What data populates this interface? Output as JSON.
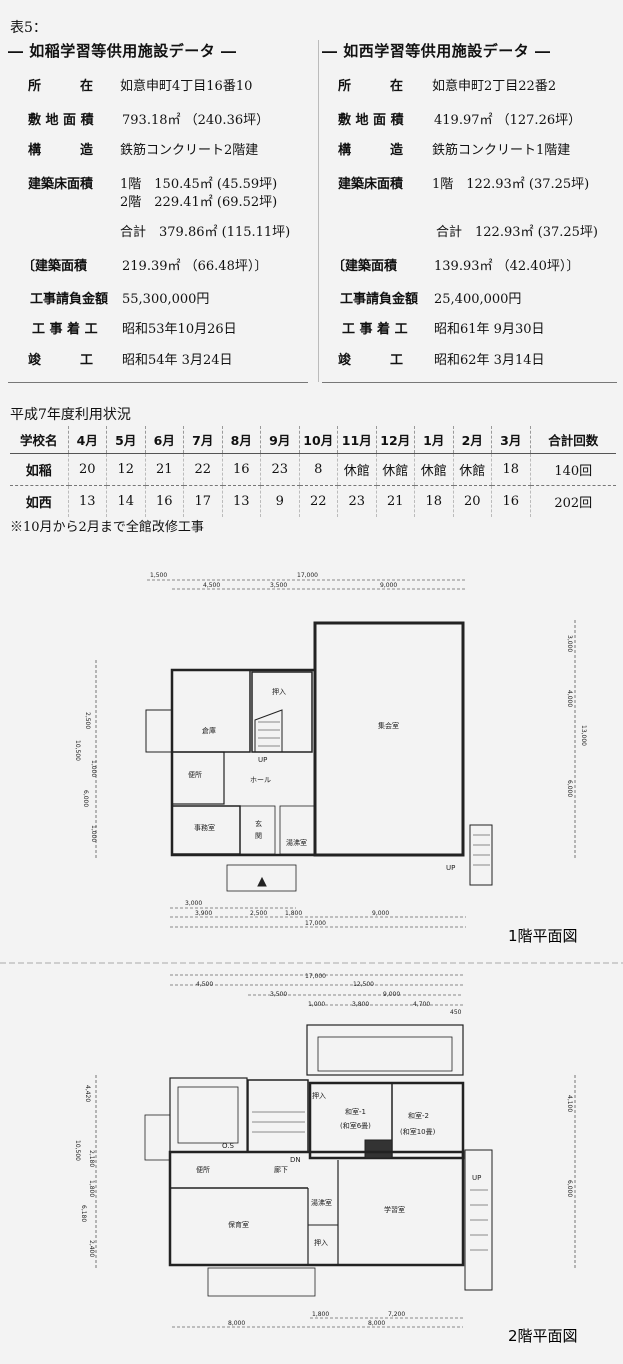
{
  "table_label": "表5：",
  "facilities": [
    {
      "header": "― 如稲学習等供用施設データ ―",
      "rows": [
        {
          "label": "所　　　在",
          "value": "如意申町4丁目16番10"
        },
        {
          "label": "敷 地 面 積",
          "value": "793.18㎡ （240.36坪）"
        },
        {
          "label": "構　　　造",
          "value": "鉄筋コンクリート2階建"
        },
        {
          "label": "建築床面積",
          "value": "1階　150.45㎡ (45.59坪)",
          "value2": "2階　229.41㎡ (69.52坪)"
        },
        {
          "label": "",
          "value": "合計　379.86㎡ (115.11坪)"
        },
        {
          "label": "〔建築面積",
          "value": "219.39㎡ （66.48坪）〕"
        },
        {
          "label": "工事請負金額",
          "value": "55,300,000円"
        },
        {
          "label": "工 事 着 工",
          "value": "昭和53年10月26日"
        },
        {
          "label": "竣　　　工",
          "value": "昭和54年 3月24日"
        }
      ]
    },
    {
      "header": "― 如西学習等供用施設データ ―",
      "rows": [
        {
          "label": "所　　　在",
          "value": "如意申町2丁目22番2"
        },
        {
          "label": "敷 地 面 積",
          "value": "419.97㎡ （127.26坪）"
        },
        {
          "label": "構　　　造",
          "value": "鉄筋コンクリート1階建"
        },
        {
          "label": "建築床面積",
          "value": "1階　122.93㎡ (37.25坪)"
        },
        {
          "label": "",
          "value": "合計　122.93㎡ (37.25坪)"
        },
        {
          "label": "〔建築面積",
          "value": "139.93㎡ （42.40坪）〕"
        },
        {
          "label": "工事請負金額",
          "value": "25,400,000円"
        },
        {
          "label": "工 事 着 工",
          "value": "昭和61年 9月30日"
        },
        {
          "label": "竣　　　工",
          "value": "昭和62年 3月14日"
        }
      ]
    }
  ],
  "usage": {
    "title": "平成7年度利用状況",
    "headers": [
      "学校名",
      "4月",
      "5月",
      "6月",
      "7月",
      "8月",
      "9月",
      "10月",
      "11月",
      "12月",
      "1月",
      "2月",
      "3月",
      "合計回数"
    ],
    "rows": [
      [
        "如稲",
        "20",
        "12",
        "21",
        "22",
        "16",
        "23",
        "8",
        "休館",
        "休館",
        "休館",
        "休館",
        "18",
        "140回"
      ],
      [
        "如西",
        "13",
        "14",
        "16",
        "17",
        "13",
        "9",
        "22",
        "23",
        "21",
        "18",
        "20",
        "16",
        "202回"
      ]
    ],
    "note": "※10月から2月まで全館改修工事"
  },
  "plan1": {
    "title": "1階平面図",
    "dims": [
      "1,500",
      "17,000",
      "4,500",
      "3,500",
      "9,000",
      "3,000",
      "3,900",
      "2,500",
      "1,800",
      "9,000",
      "17,000",
      "2,500",
      "10,500",
      "1,000",
      "6,000",
      "1,000",
      "3,000",
      "4,000",
      "13,000",
      "6,000"
    ],
    "rooms": [
      "集会室",
      "倉庫",
      "押入",
      "UP",
      "ホール",
      "便所",
      "事務室",
      "玄",
      "関",
      "湯沸室",
      "UP"
    ]
  },
  "plan2": {
    "title": "2階平面図",
    "dims": [
      "17,000",
      "4,500",
      "12,500",
      "3,500",
      "9,000",
      "1,000",
      "3,800",
      "4,700",
      "450",
      "1,800",
      "7,200",
      "8,000",
      "8,000",
      "4,420",
      "10,500",
      "2,180",
      "1,800",
      "6,180",
      "2,400",
      "4,100",
      "6,000"
    ],
    "rooms": [
      "和室-1",
      "(和室6畳)",
      "和室-2",
      "(和室10畳)",
      "便所",
      "廊下",
      "保育室",
      "学習室",
      "湯沸室",
      "押入",
      "押入",
      "O.S",
      "DN",
      "UP"
    ]
  }
}
